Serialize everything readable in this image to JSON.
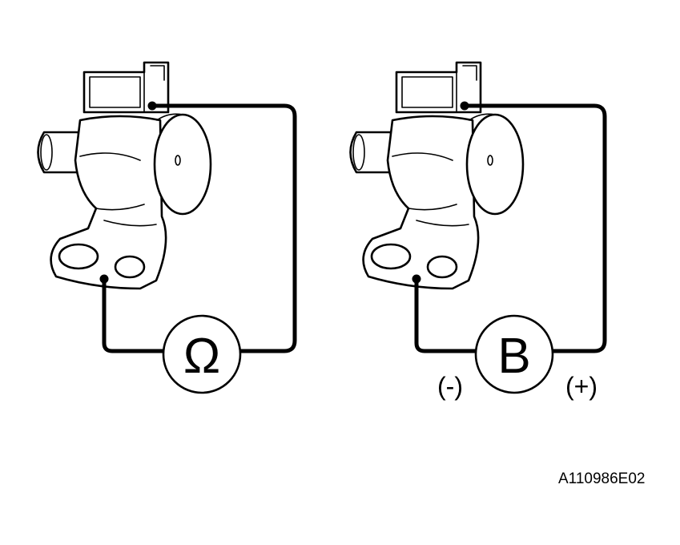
{
  "figure": {
    "reference_code": "A110986E02",
    "left_test": {
      "meter_symbol": "Ω",
      "meter_kind": "ohmmeter"
    },
    "right_test": {
      "meter_symbol": "B",
      "meter_kind": "battery",
      "negative_label": "(-)",
      "positive_label": "(+)"
    }
  },
  "colors": {
    "line": "#000000",
    "background": "#ffffff"
  },
  "icons": {
    "component": "solenoid-valve-icon",
    "ohmmeter": "ohmmeter-icon",
    "battery": "battery-icon"
  }
}
